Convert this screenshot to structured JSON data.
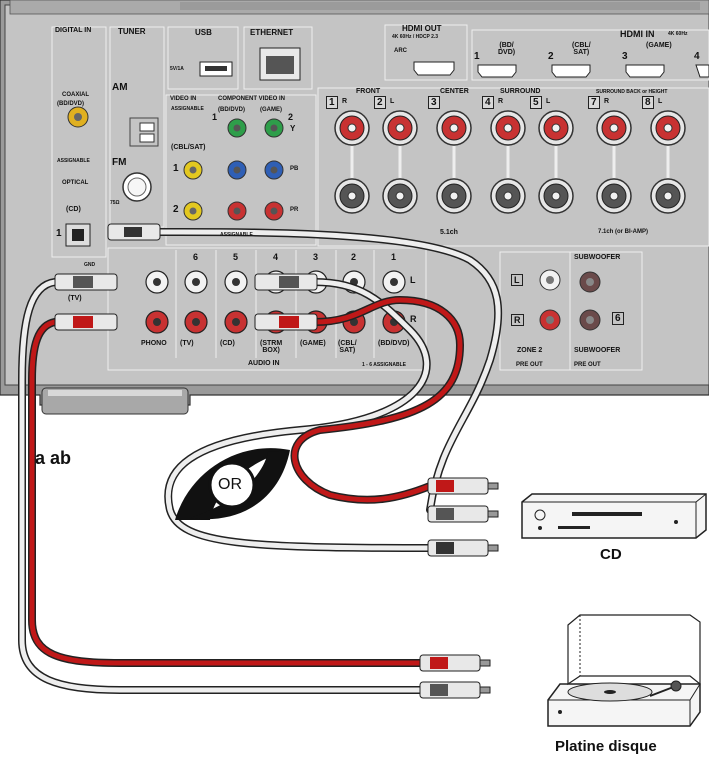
{
  "panel": {
    "sections": {
      "digital_in": "DIGITAL IN",
      "coaxial": "COAXIAL",
      "coaxial_bd": "(BD/DVD)",
      "assignable": "ASSIGNABLE",
      "optical": "OPTICAL",
      "optical_cd": "(CD)",
      "optical_num": "1",
      "tuner": "TUNER",
      "am": "AM",
      "fm": "FM",
      "fm_ohm": "75Ω",
      "usb": "USB",
      "usb_rating": "5V/1A",
      "ethernet": "ETHERNET",
      "hdmi_out": "HDMI OUT",
      "hdmi_out_sub": "4K 60Hz / HDCP 2.3",
      "arc": "ARC",
      "hdmi_in": "HDMI IN",
      "hdmi_in_sub": "4K 60Hz",
      "video_in": "VIDEO IN",
      "component_video_in": "COMPONENT VIDEO IN",
      "assignable2": "ASSIGNABLE",
      "assignable3": "ASSIGNABLE",
      "cbl_sat": "(CBL/SAT)",
      "bd_dvd_small": "(BD/DVD)",
      "game_small": "(GAME)",
      "y": "Y",
      "pb": "PB",
      "pr": "PR",
      "ch_5_1": "5.1ch",
      "ch_7_1": "7.1ch (or BI-AMP)",
      "audio_in": "AUDIO IN",
      "assignable_range": "1 - 6 ASSIGNABLE",
      "zone2": "ZONE 2",
      "pre_out": "PRE OUT",
      "pre_out2": "PRE OUT",
      "subwoofer_top": "SUBWOOFER",
      "subwoofer_bottom": "SUBWOOFER",
      "sub_num": "6",
      "ch_l": "L",
      "ch_r": "R",
      "gnd": "GND"
    },
    "hdmi_inputs": [
      {
        "num": "1",
        "label": "(BD/\nDVD)"
      },
      {
        "num": "2",
        "label": "(CBL/\nSAT)"
      },
      {
        "num": "3",
        "label": "(GAME)"
      },
      {
        "num": "4",
        "label": ""
      }
    ],
    "speakers": [
      {
        "num": "1",
        "ch": "R",
        "group": "FRONT"
      },
      {
        "num": "2",
        "ch": "L",
        "group": ""
      },
      {
        "num": "3",
        "ch": "",
        "group": "CENTER"
      },
      {
        "num": "4",
        "ch": "R",
        "group": "SURROUND"
      },
      {
        "num": "5",
        "ch": "L",
        "group": ""
      },
      {
        "num": "7",
        "ch": "R",
        "group": "SURROUND BACK or HEIGHT"
      },
      {
        "num": "8",
        "ch": "L",
        "group": ""
      }
    ],
    "video_rows": [
      "1",
      "2"
    ],
    "component_nums": [
      "1",
      "2"
    ],
    "audio_inputs": [
      {
        "num": "",
        "label": "PHONO"
      },
      {
        "num": "6",
        "label": "(TV)"
      },
      {
        "num": "5",
        "label": "(CD)"
      },
      {
        "num": "4",
        "label": "(STRM\nBOX)"
      },
      {
        "num": "3",
        "label": "(GAME)"
      },
      {
        "num": "2",
        "label": "(CBL/\nSAT)"
      },
      {
        "num": "1",
        "label": "(BD/DVD)"
      }
    ],
    "tv_label": "(TV)",
    "l_label": "L",
    "r_label": "R"
  },
  "annotations": {
    "cable_label": "a ab",
    "or_label": "OR",
    "cd_label": "CD",
    "turntable_label": "Platine disque"
  },
  "colors": {
    "panel": "#bfbfbf",
    "panel_dark": "#8c8c8c",
    "white_cable": "#f0f0f0",
    "red_cable": "#c01818",
    "jack_red": "#c83232",
    "jack_white": "#f2f2f2",
    "jack_yellow": "#e3c820",
    "jack_green": "#2e9e4a",
    "jack_blue": "#2f5fb5"
  }
}
